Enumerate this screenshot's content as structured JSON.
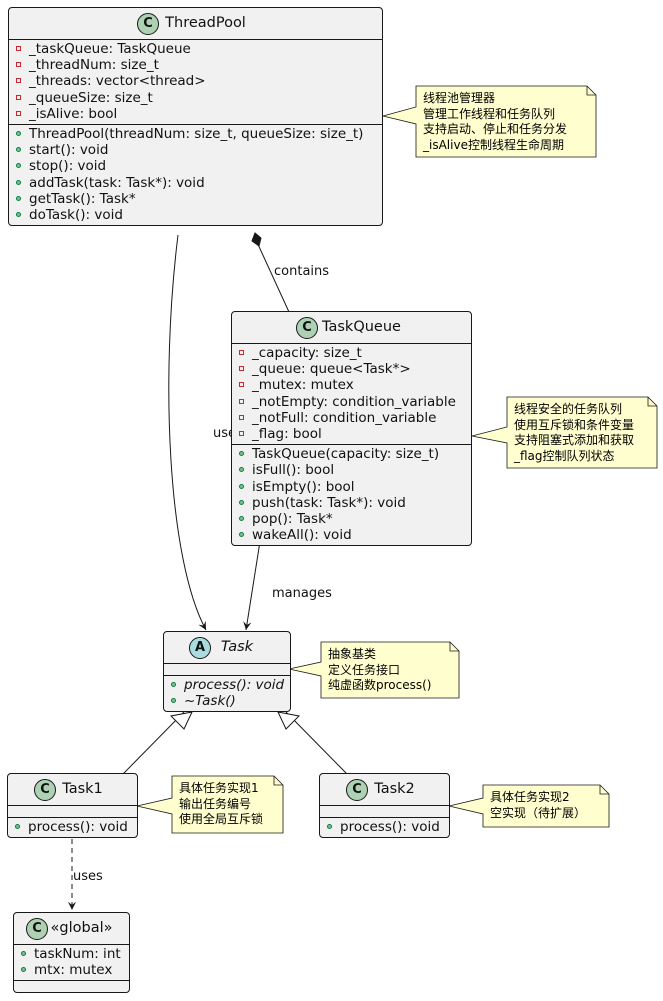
{
  "colors": {
    "class_fill": "#f1f1f1",
    "border": "#181818",
    "class_badge": "#add1b2",
    "abstract_badge": "#a9dcdf",
    "note_fill": "#fefece",
    "private_marker": "#c82930",
    "public_marker": "#84be84"
  },
  "classes": {
    "threadpool": {
      "badge": "C",
      "name": "ThreadPool",
      "fields": [
        "_taskQueue: TaskQueue",
        "_threadNum: size_t",
        "_threads: vector<thread>",
        "_queueSize: size_t",
        "_isAlive: bool"
      ],
      "methods": [
        "ThreadPool(threadNum: size_t, queueSize: size_t)",
        "start(): void",
        "stop(): void",
        "addTask(task: Task*): void",
        "getTask(): Task*",
        "doTask(): void"
      ]
    },
    "taskqueue": {
      "badge": "C",
      "name": "TaskQueue",
      "fields": [
        "_capacity: size_t",
        "_queue: queue<Task*>",
        "_mutex: mutex",
        "_notEmpty: condition_variable",
        "_notFull: condition_variable",
        "_flag: bool"
      ],
      "methods": [
        "TaskQueue(capacity: size_t)",
        "isFull(): bool",
        "isEmpty(): bool",
        "push(task: Task*): void",
        "pop(): Task*",
        "wakeAll(): void"
      ]
    },
    "task": {
      "badge": "A",
      "name": "Task",
      "methods": [
        "process(): void",
        "~Task()"
      ]
    },
    "task1": {
      "badge": "C",
      "name": "Task1",
      "methods": [
        "process(): void"
      ]
    },
    "task2": {
      "badge": "C",
      "name": "Task2",
      "methods": [
        "process(): void"
      ]
    },
    "global": {
      "badge": "C",
      "name": "«global»",
      "fields": [
        "taskNum: int",
        "mtx: mutex"
      ]
    }
  },
  "notes": {
    "threadpool": [
      "线程池管理器",
      "管理工作线程和任务队列",
      "支持启动、停止和任务分发",
      "_isAlive控制线程生命周期"
    ],
    "taskqueue": [
      "线程安全的任务队列",
      "使用互斥锁和条件变量",
      "支持阻塞式添加和获取",
      "_flag控制队列状态"
    ],
    "task": [
      "抽象基类",
      "定义任务接口",
      "纯虚函数process()"
    ],
    "task1": [
      "具体任务实现1",
      "输出任务编号",
      "使用全局互斥锁"
    ],
    "task2": [
      "具体任务实现2",
      "空实现（待扩展）"
    ]
  },
  "relations": {
    "threadpool_contains_taskqueue": "contains",
    "threadpool_uses_task": "uses",
    "taskqueue_manages_task": "manages",
    "task1_uses_global": "uses"
  }
}
